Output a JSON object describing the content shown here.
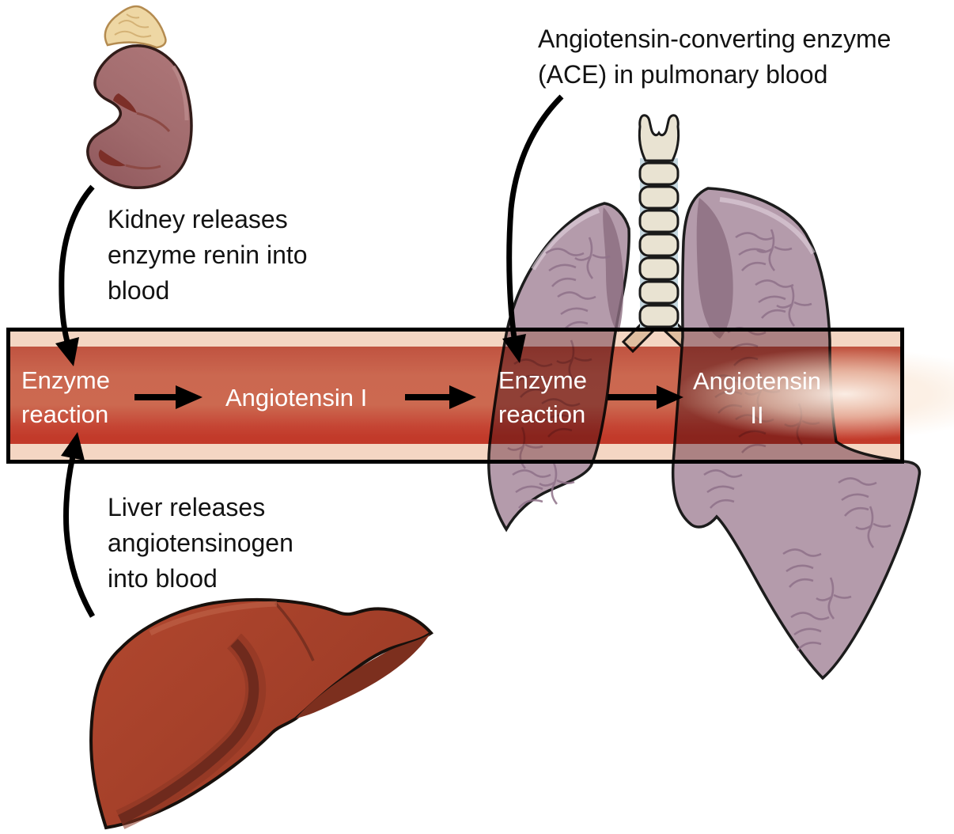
{
  "labels": {
    "ace": {
      "line1": "Angiotensin-converting enzyme",
      "line2": "(ACE) in pulmonary blood"
    },
    "kidney": {
      "line1": "Kidney releases",
      "line2": "enzyme renin into",
      "line3": "blood"
    },
    "liver": {
      "line1": "Liver releases",
      "line2": "angiotensinogen",
      "line3": "into blood"
    }
  },
  "vessel": {
    "step1": {
      "line1": "Enzyme",
      "line2": "reaction"
    },
    "step2": "Angiotensin I",
    "step3": {
      "line1": "Enzyme",
      "line2": "reaction"
    },
    "step4": {
      "line1": "Angiotensin",
      "line2": "II"
    }
  },
  "colors": {
    "vessel_wall": "#f4d6c3",
    "lung": "#b49bab",
    "lung_detail": "#8f7189",
    "trachea": "#e9e3d2",
    "trachea_rings": "#c6d8e0",
    "adrenal": "#eed7a4",
    "liver": "#a8432c",
    "liver_shadow": "#6f2a1d",
    "arrow": "#000000",
    "label_text": "#131313",
    "vessel_text": "#ffffff"
  }
}
